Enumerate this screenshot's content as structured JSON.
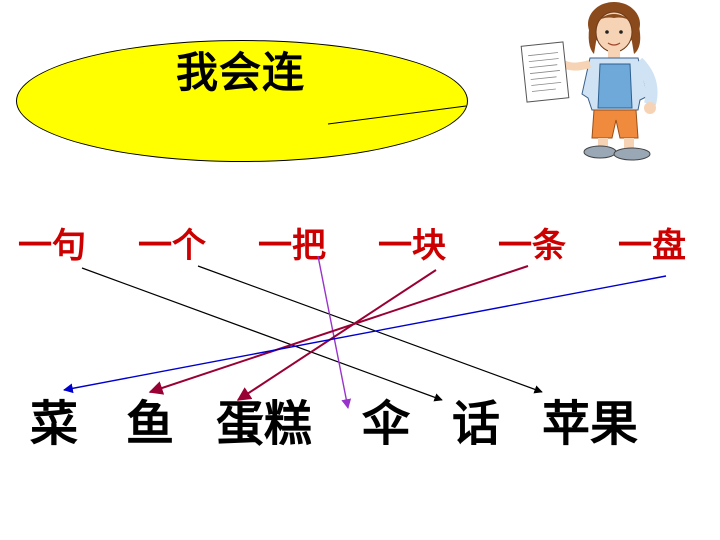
{
  "title": "我会连",
  "colors": {
    "oval_fill": "#ffff00",
    "measure_text": "#cc0000",
    "noun_text": "#000000",
    "line_black": "#000000",
    "line_purple": "#9933cc",
    "line_dark_red": "#990033",
    "line_blue": "#0000cc"
  },
  "measure_words": [
    "一句",
    "一个",
    "一把",
    "一块",
    "一条",
    "一盘"
  ],
  "nouns": [
    "菜",
    "鱼",
    "蛋糕",
    "伞",
    "话",
    "苹果"
  ],
  "connections": [
    {
      "from": "一句",
      "to": "话",
      "color": "black"
    },
    {
      "from": "一个",
      "to": "苹果",
      "color": "black"
    },
    {
      "from": "一把",
      "to": "伞",
      "color": "purple"
    },
    {
      "from": "一块",
      "to": "蛋糕",
      "color": "dark-red"
    },
    {
      "from": "一条",
      "to": "鱼",
      "color": "dark-red"
    },
    {
      "from": "一盘",
      "to": "菜",
      "color": "blue"
    }
  ],
  "illustration": "girl-holding-paper"
}
